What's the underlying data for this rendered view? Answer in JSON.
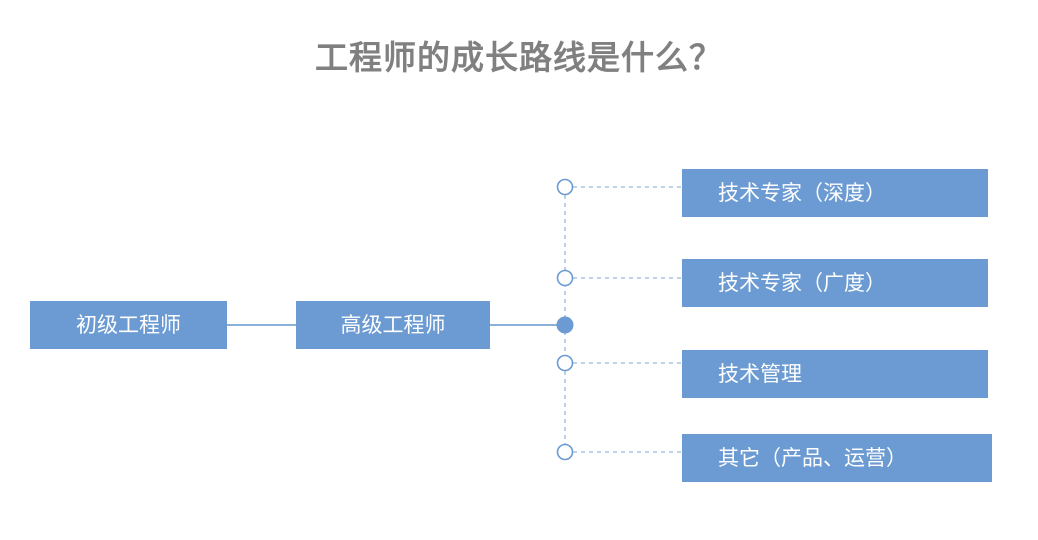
{
  "slide": {
    "title": "工程师的成长路线是什么？",
    "title_color": "#808080",
    "background_color": "#ffffff",
    "box_fill_color": "#6b9bd2",
    "box_text_color": "#ffffff",
    "connector_solid_color": "#8aafd8",
    "connector_dashed_color": "#a8c4e2",
    "node_marker_fill": "#6b9bd2",
    "node_marker_hollow_stroke": "#6b9bd2"
  },
  "stages": [
    {
      "id": "junior",
      "label": "初级工程师"
    },
    {
      "id": "senior",
      "label": "高级工程师"
    }
  ],
  "branches": [
    {
      "id": "tech-expert-depth",
      "label": "技术专家（深度）",
      "marker": "hollow-circle"
    },
    {
      "id": "tech-expert-breadth",
      "label": "技术专家（广度）",
      "marker": "hollow-circle"
    },
    {
      "id": "tech-management",
      "label": "技术管理",
      "marker": "hollow-circle"
    },
    {
      "id": "other-product-operations",
      "label": "其它（产品、运营）",
      "marker": "hollow-circle"
    }
  ],
  "junction": {
    "id": "branch-junction",
    "marker": "filled-circle"
  }
}
